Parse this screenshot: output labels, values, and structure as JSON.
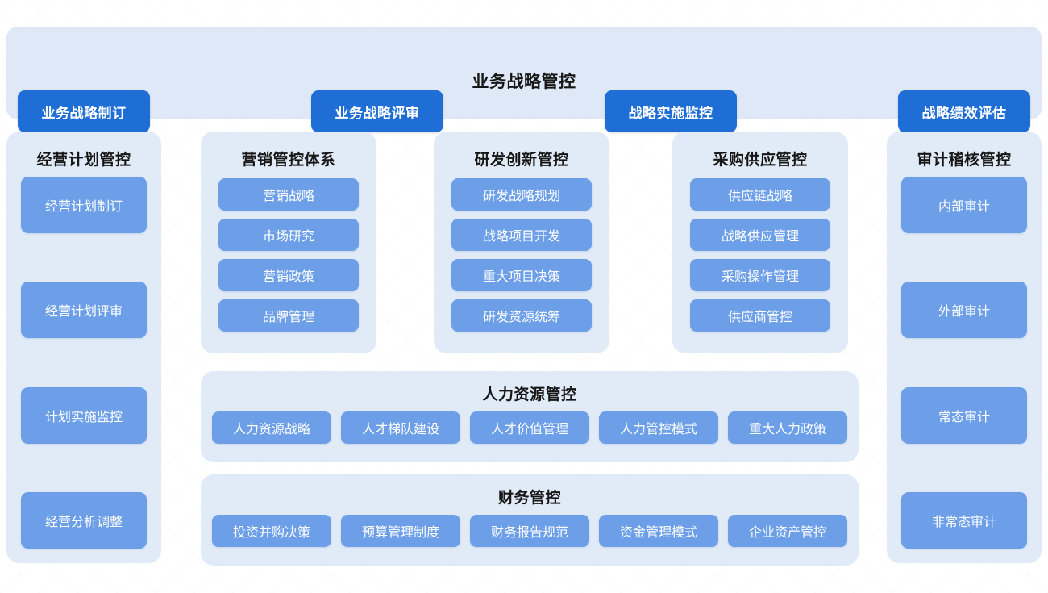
{
  "banner": {
    "title": "业务战略管控",
    "buttons": [
      {
        "label": "业务战略制订"
      },
      {
        "label": "业务战略评审"
      },
      {
        "label": "战略实施监控"
      },
      {
        "label": "战略绩效评估"
      }
    ]
  },
  "columns": {
    "plan": {
      "title": "经营计划管控",
      "items": [
        {
          "label": "经营计划制订"
        },
        {
          "label": "经营计划评审"
        },
        {
          "label": "计划实施监控"
        },
        {
          "label": "经营分析调整"
        }
      ]
    },
    "marketing": {
      "title": "营销管控体系",
      "items": [
        {
          "label": "营销战略"
        },
        {
          "label": "市场研究"
        },
        {
          "label": "营销政策"
        },
        {
          "label": "品牌管理"
        }
      ]
    },
    "rd": {
      "title": "研发创新管控",
      "items": [
        {
          "label": "研发战略规划"
        },
        {
          "label": "战略项目开发"
        },
        {
          "label": "重大项目决策"
        },
        {
          "label": "研发资源统筹"
        }
      ]
    },
    "purchase": {
      "title": "采购供应管控",
      "items": [
        {
          "label": "供应链战略"
        },
        {
          "label": "战略供应管理"
        },
        {
          "label": "采购操作管理"
        },
        {
          "label": "供应商管控"
        }
      ]
    },
    "audit": {
      "title": "审计稽核管控",
      "items": [
        {
          "label": "内部审计"
        },
        {
          "label": "外部审计"
        },
        {
          "label": "常态审计"
        },
        {
          "label": "非常态审计"
        }
      ]
    },
    "hr": {
      "title": "人力资源管控",
      "items": [
        {
          "label": "人力资源战略"
        },
        {
          "label": "人才梯队建设"
        },
        {
          "label": "人才价值管理"
        },
        {
          "label": "人力管控模式"
        },
        {
          "label": "重大人力政策"
        }
      ]
    },
    "finance": {
      "title": "财务管控",
      "items": [
        {
          "label": "投资并购决策"
        },
        {
          "label": "预算管理制度"
        },
        {
          "label": "财务报告规范"
        },
        {
          "label": "资金管理模式"
        },
        {
          "label": "企业资产管控"
        }
      ]
    }
  },
  "colors": {
    "page_background": "#ffffff",
    "panel_background": "#e1ebf8",
    "banner_background": "#dee8f6",
    "primary_button": "#1f6ed6",
    "secondary_chip": "#6c9fe8",
    "title_text": "#161616",
    "chip_text": "#ffffff"
  }
}
